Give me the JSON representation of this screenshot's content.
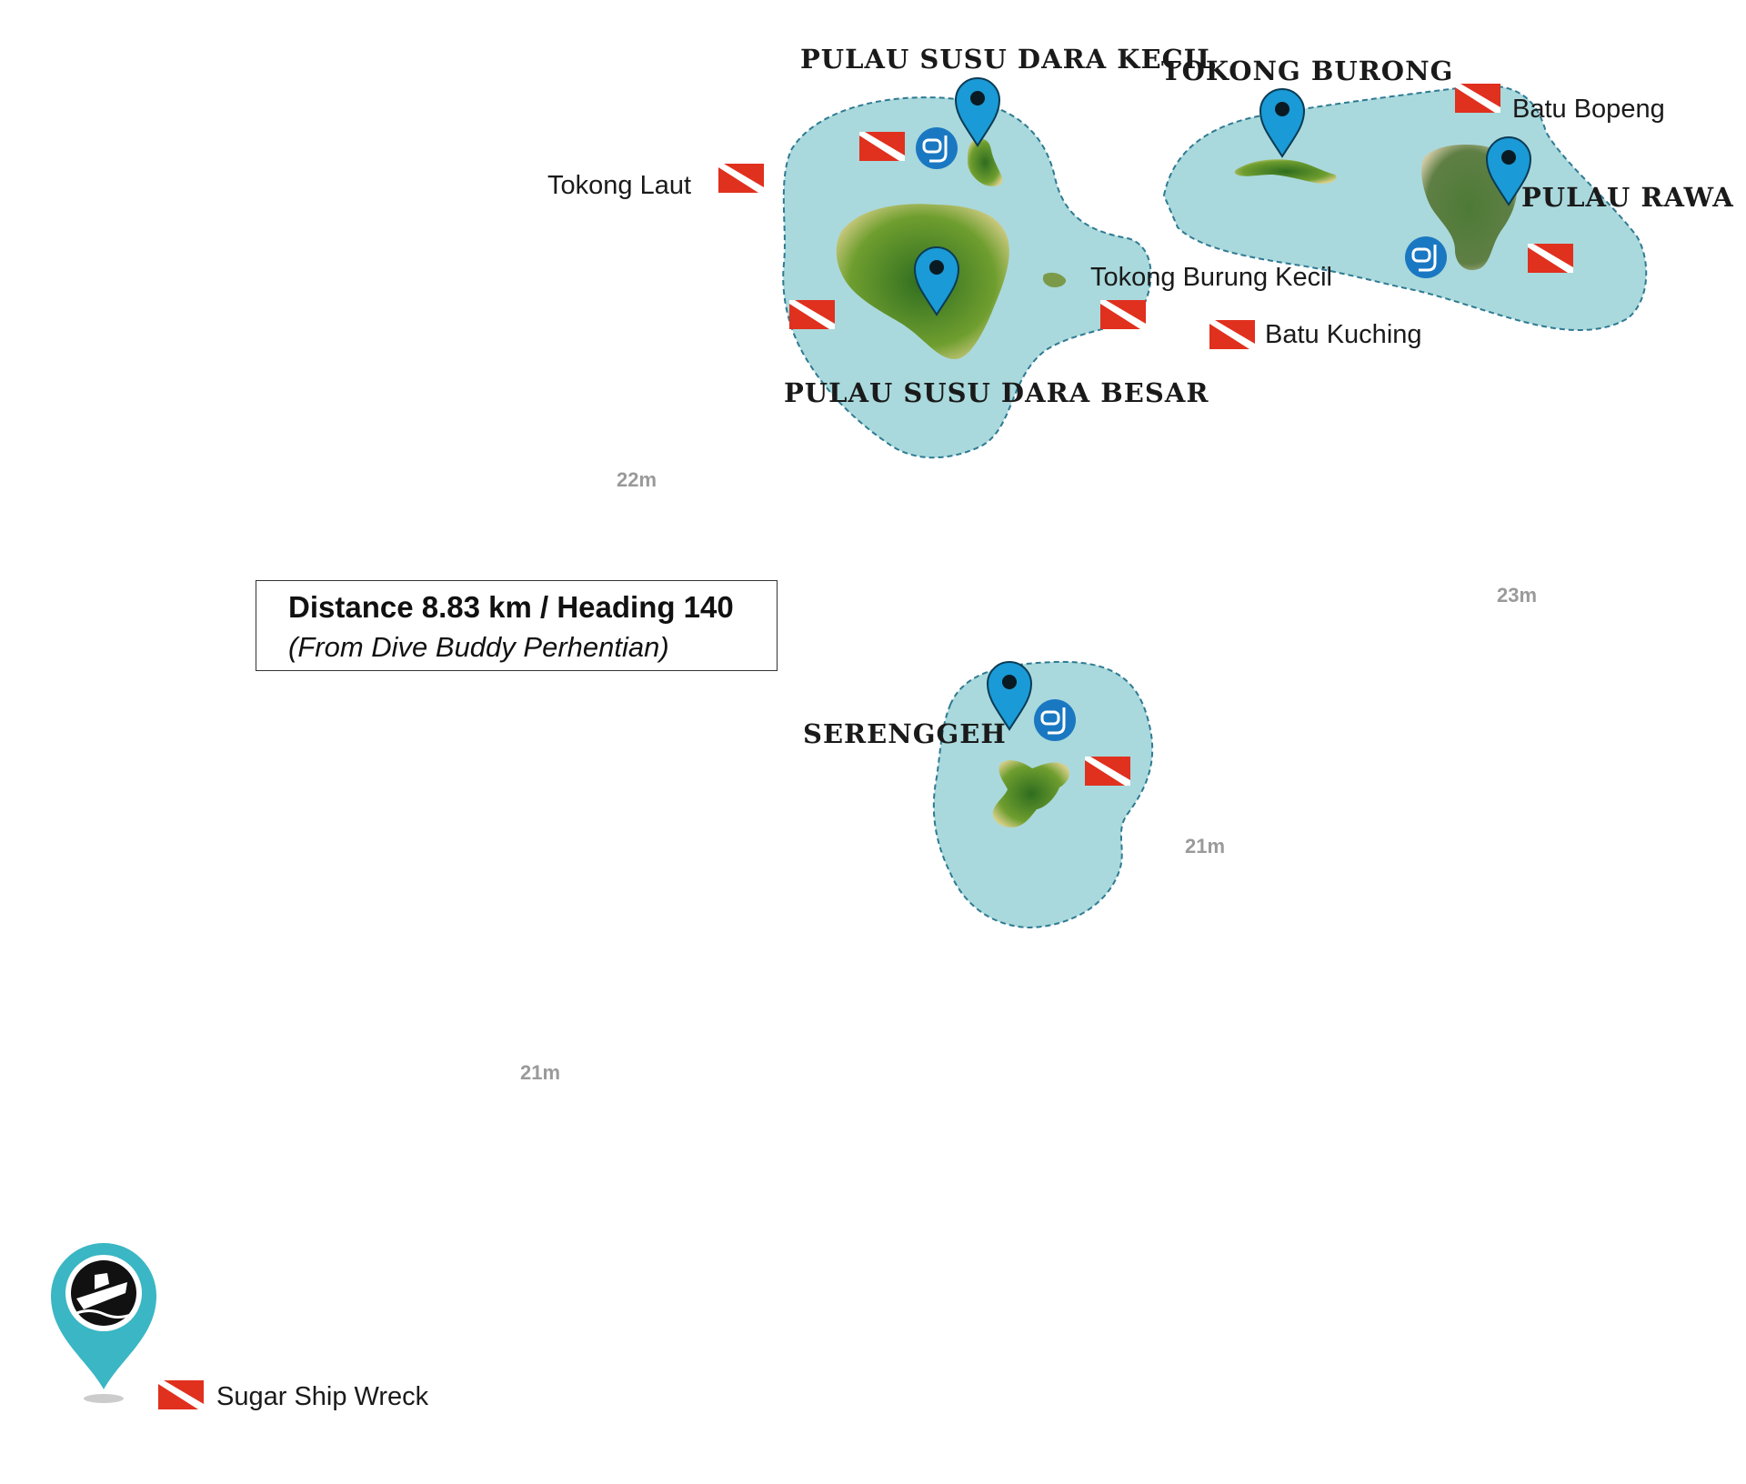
{
  "colors": {
    "reef_fill": "#a9d9dc",
    "reef_outline": "#2f7a92",
    "pin_blue": "#1a9ad6",
    "dive_flag_red": "#e0301e",
    "wreck_pin_teal": "#3ab6c4",
    "depth_text": "#9a9a9a"
  },
  "islands": {
    "pulau_susu_dara_kecil": "PULAU SUSU DARA KECIL",
    "tokong_burong": "TOKONG BURONG",
    "pulau_rawa": "PULAU RAWA",
    "pulau_susu_dara_besar": "PULAU SUSU DARA BESAR",
    "serenggeh": "SERENGGEH"
  },
  "dive_sites": {
    "tokong_laut": "Tokong Laut",
    "batu_bopeng": "Batu Bopeng",
    "tokong_burung_kecil": "Tokong Burung Kecil",
    "batu_kuching": "Batu Kuching",
    "sugar_ship_wreck": "Sugar Ship Wreck"
  },
  "depths": {
    "d1": "22m",
    "d2": "23m",
    "d3": "21m",
    "d4": "21m"
  },
  "info_box": {
    "title": "Distance 8.83 km / Heading 140",
    "subtitle": "(From Dive Buddy Perhentian)"
  },
  "icons": {
    "location": "map-pin-icon",
    "dive": "dive-flag-icon",
    "snorkel": "snorkel-mask-icon",
    "wreck": "shipwreck-icon"
  }
}
